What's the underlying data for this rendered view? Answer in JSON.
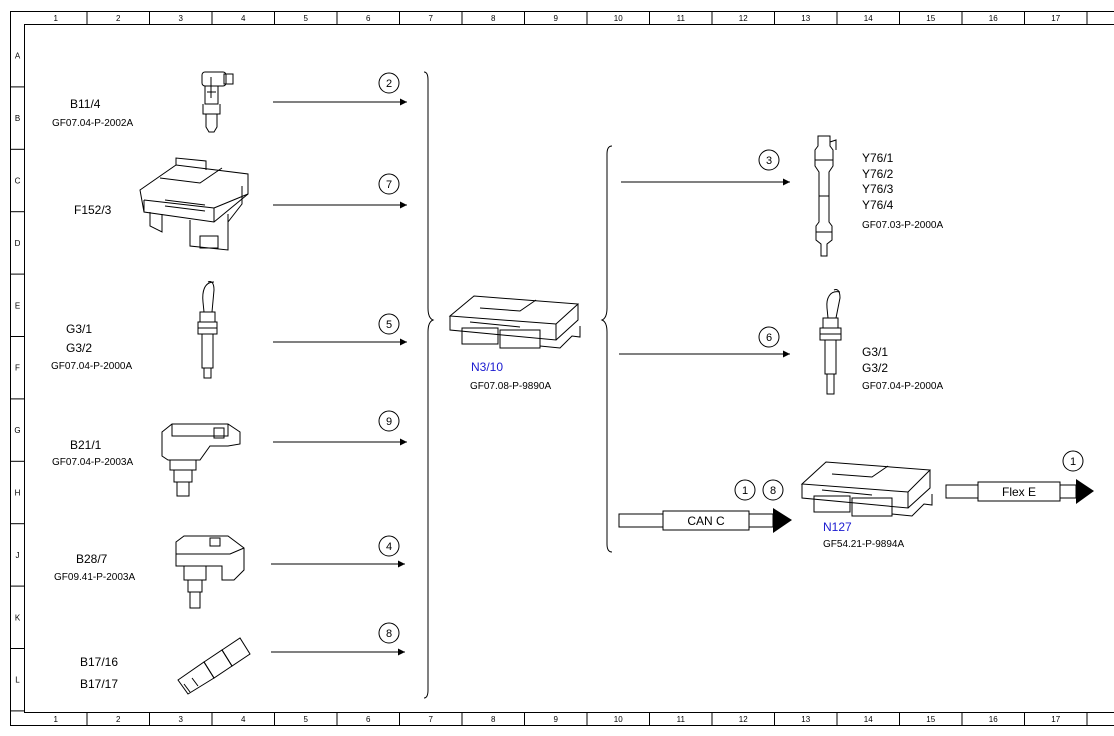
{
  "grid": {
    "columns": [
      "1",
      "2",
      "3",
      "4",
      "5",
      "6",
      "7",
      "8",
      "9",
      "10",
      "11",
      "12",
      "13",
      "14",
      "15",
      "16",
      "17"
    ],
    "rows": [
      "A",
      "B",
      "C",
      "D",
      "E",
      "F",
      "G",
      "H",
      "J",
      "K",
      "L"
    ]
  },
  "inputs": [
    {
      "labels": [
        "B11/4"
      ],
      "doc": "GF07.04-P-2002A",
      "signal": "2",
      "icon": "coolant-temperature-sensor-icon"
    },
    {
      "labels": [
        "F152/3"
      ],
      "doc": "",
      "signal": "7",
      "icon": "fuse-relay-module-icon"
    },
    {
      "labels": [
        "G3/1",
        "G3/2"
      ],
      "doc": "GF07.04-P-2000A",
      "signal": "5",
      "icon": "oxygen-sensor-icon"
    },
    {
      "labels": [
        "B21/1"
      ],
      "doc": "GF07.04-P-2003A",
      "signal": "9",
      "icon": "pressure-sensor-icon"
    },
    {
      "labels": [
        "B28/7"
      ],
      "doc": "GF09.41-P-2003A",
      "signal": "4",
      "icon": "pressure-sensor-icon"
    },
    {
      "labels": [
        "B17/16",
        "B17/17"
      ],
      "doc": "",
      "signal": "8",
      "icon": "temperature-sensor-icon"
    }
  ],
  "controller": {
    "label": "N3/10",
    "doc": "GF07.08-P-9890A"
  },
  "outputs": [
    {
      "labels": [
        "Y76/1",
        "Y76/2",
        "Y76/3",
        "Y76/4"
      ],
      "doc": "GF07.03-P-2000A",
      "signal": "3",
      "icon": "fuel-injector-icon"
    },
    {
      "labels": [
        "G3/1",
        "G3/2"
      ],
      "doc": "GF07.04-P-2000A",
      "signal": "6",
      "icon": "oxygen-sensor-icon"
    }
  ],
  "bus": {
    "label": "CAN C",
    "signals": [
      "1",
      "8"
    ]
  },
  "module": {
    "label": "N127",
    "doc": "GF54.21-P-9894A"
  },
  "flex": {
    "label": "Flex E",
    "signal": "1"
  },
  "colors": {
    "reference_label": "#1a1ad0",
    "line": "#000000"
  }
}
